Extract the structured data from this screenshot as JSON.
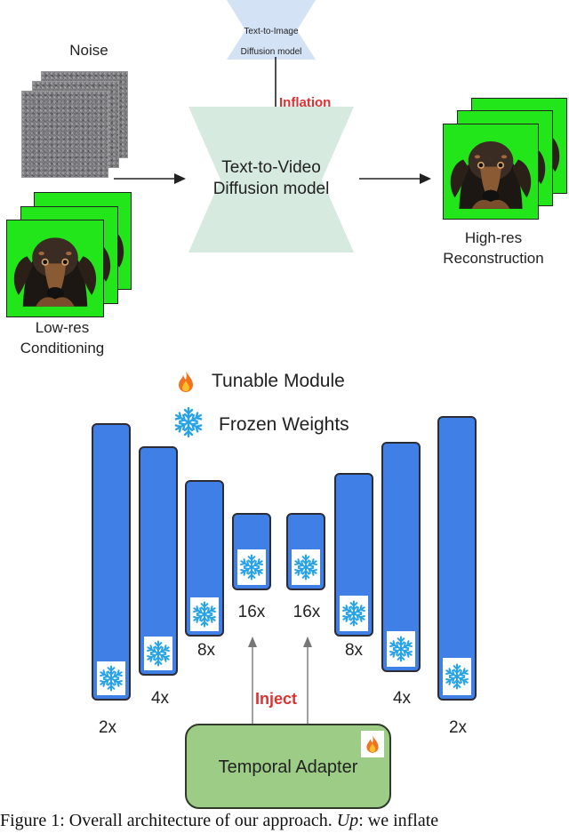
{
  "top": {
    "noise_label": "Noise",
    "lowres_label_1": "Low-res",
    "lowres_label_2": "Conditioning",
    "t2i_label_1": "Text-to-Image",
    "t2i_label_2": "Diffusion model",
    "inflation_label": "Inflation",
    "t2v_label_1": "Text-to-Video",
    "t2v_label_2": "Diffusion model",
    "highres_label_1": "High-res",
    "highres_label_2": "Reconstruction"
  },
  "bottom": {
    "legend_tunable": "Tunable Module",
    "legend_frozen": "Frozen Weights",
    "inject_label": "Inject",
    "adapter_label": "Temporal Adapter",
    "multipliers": [
      "2x",
      "4x",
      "8x",
      "16x",
      "16x",
      "8x",
      "4x",
      "2x"
    ]
  },
  "caption": {
    "text_1": "Figure 1: Overall architecture of our approach. ",
    "text_italic": "Up",
    "text_2": ": we inflate"
  },
  "colors": {
    "block_blue": "#3f7fe6",
    "model_green": "#d6eadf",
    "adapter_green": "#9ccc85",
    "frame_green": "#22e51a",
    "inflation_red": "#e03030",
    "flake_blue": "#29a3e8"
  }
}
